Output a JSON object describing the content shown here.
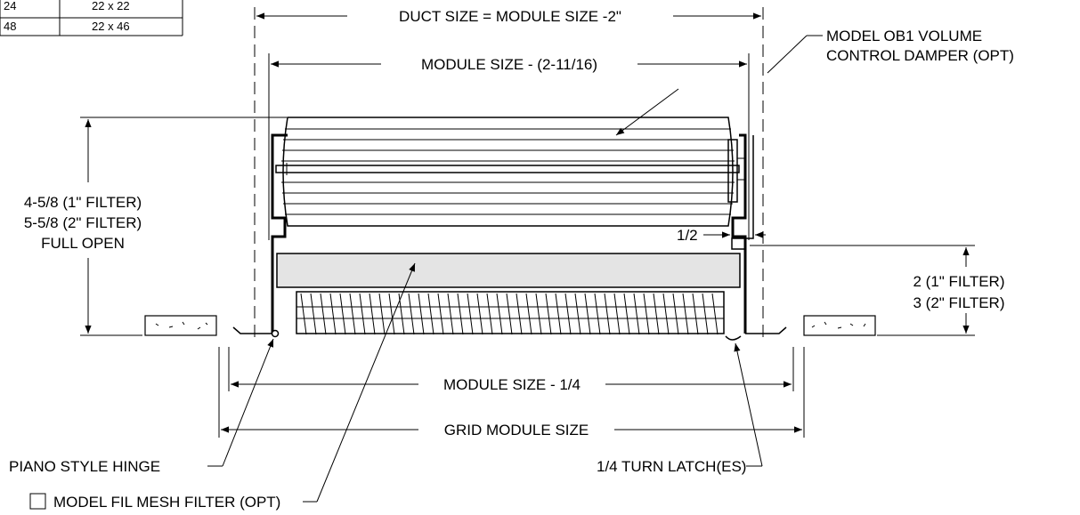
{
  "size_table": {
    "rows": [
      {
        "module": "24",
        "duct": "22 x 22"
      },
      {
        "module": "48",
        "duct": "22 x 46"
      }
    ]
  },
  "labels": {
    "duct_size": "DUCT SIZE = MODULE SIZE -2\"",
    "module_size_inner": "MODULE SIZE - (2-11/16)",
    "damper_line1": "MODEL OB1 VOLUME",
    "damper_line2": "CONTROL DAMPER (OPT)",
    "height_line1": "4-5/8 (1\" FILTER)",
    "height_line2": "5-5/8 (2\" FILTER)",
    "height_line3": "FULL OPEN",
    "half_inch": "1/2",
    "depth_line1": "2 (1\" FILTER)",
    "depth_line2": "3 (2\" FILTER)",
    "module_size_quarter": "MODULE SIZE - 1/4",
    "grid_module_size": "GRID MODULE SIZE",
    "piano_hinge": "PIANO STYLE HINGE",
    "quarter_turn_latch": "1/4 TURN LATCH(ES)",
    "mesh_filter": "MODEL FIL MESH FILTER (OPT)"
  }
}
